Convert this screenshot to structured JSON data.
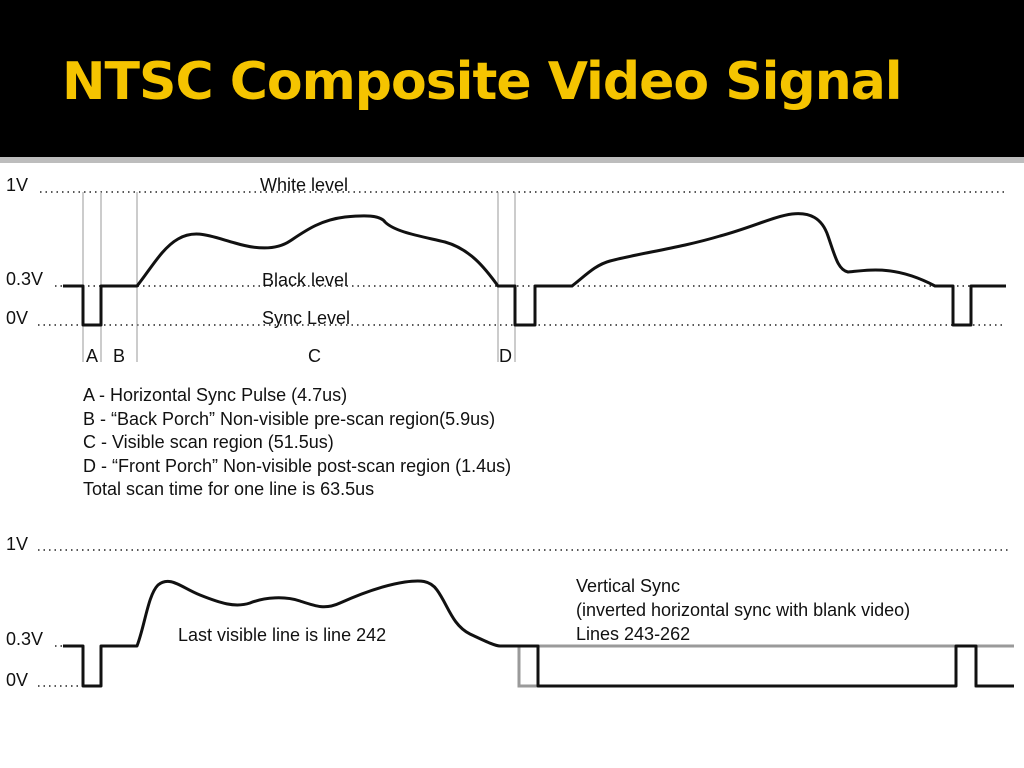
{
  "title": {
    "text": "NTSC Composite Video Signal",
    "color": "#f5c400"
  },
  "top_diagram": {
    "level_labels": {
      "one_v": "1V",
      "point_three_v": "0.3V",
      "zero_v": "0V"
    },
    "level_names": {
      "white": "White level",
      "black": "Black level",
      "sync": "Sync Level"
    },
    "segment_labels": {
      "a": "A",
      "b": "B",
      "c": "C",
      "d": "D"
    }
  },
  "legend": [
    "A - Horizontal Sync Pulse (4.7us)",
    "B - “Back Porch” Non-visible pre-scan region(5.9us)",
    "C - Visible scan region (51.5us)",
    "D - “Front Porch” Non-visible post-scan region (1.4us)",
    "Total scan time for one line is 63.5us"
  ],
  "bottom_diagram": {
    "level_labels": {
      "one_v": "1V",
      "point_three_v": "0.3V",
      "zero_v": "0V"
    },
    "last_line": "Last visible line is line 242",
    "vsync": {
      "line1": "Vertical Sync",
      "line2": "(inverted horizontal sync with blank video)",
      "line3": "Lines 243-262"
    }
  },
  "colors": {
    "signal": "#111111",
    "inverted_signal": "#9a9a9a",
    "guide": "#9a9a9a"
  }
}
